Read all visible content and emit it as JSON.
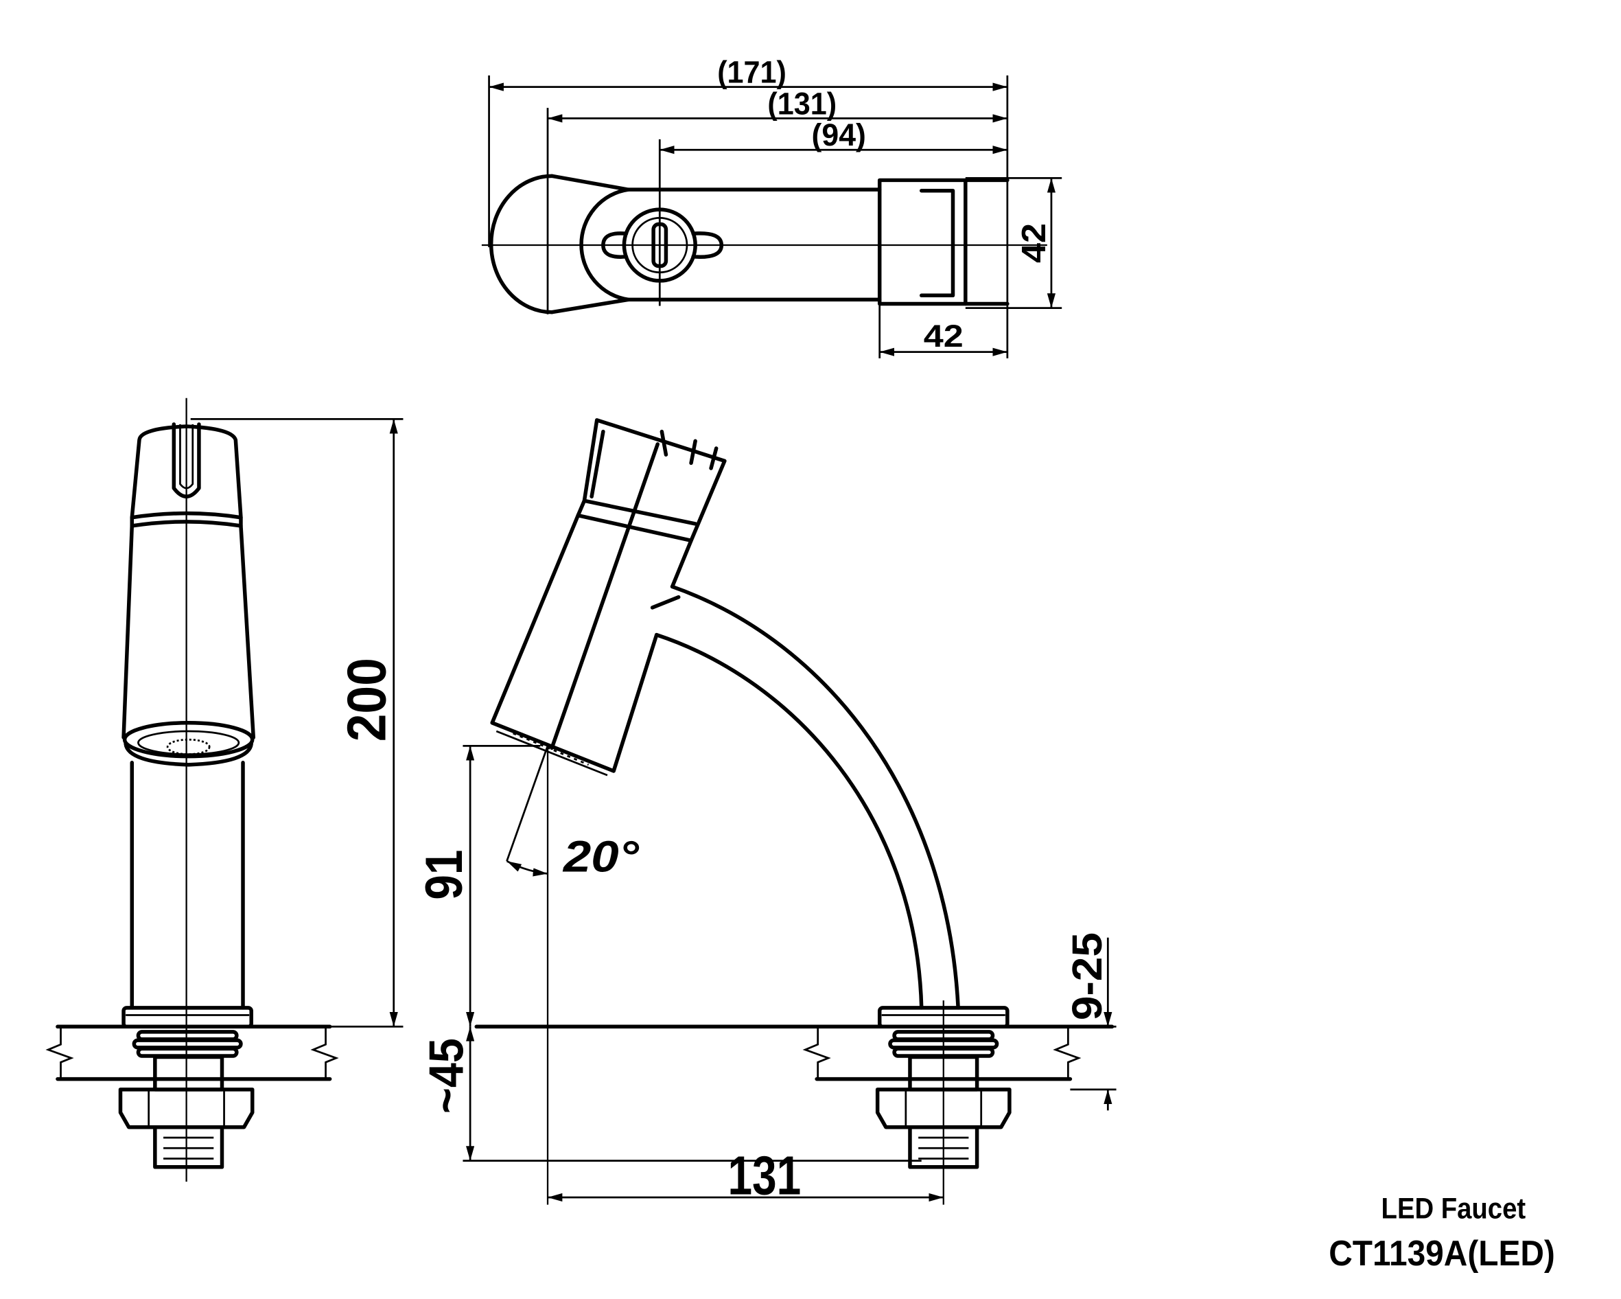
{
  "top_view": {
    "dim_overall": "(171)",
    "dim_middle": "(131)",
    "dim_short": "(94)",
    "dim_width": "42",
    "dim_depth": "42"
  },
  "side_views": {
    "dim_height": "200",
    "dim_spout_height": "91",
    "dim_angle": "20°",
    "dim_below_deck": "~45",
    "dim_reach": "131",
    "dim_deck_thickness": "9-25"
  },
  "title_block": {
    "name": "LED Faucet",
    "model": "CT1139A(LED)"
  },
  "colors": {
    "line": "#000000",
    "background": "#ffffff"
  }
}
